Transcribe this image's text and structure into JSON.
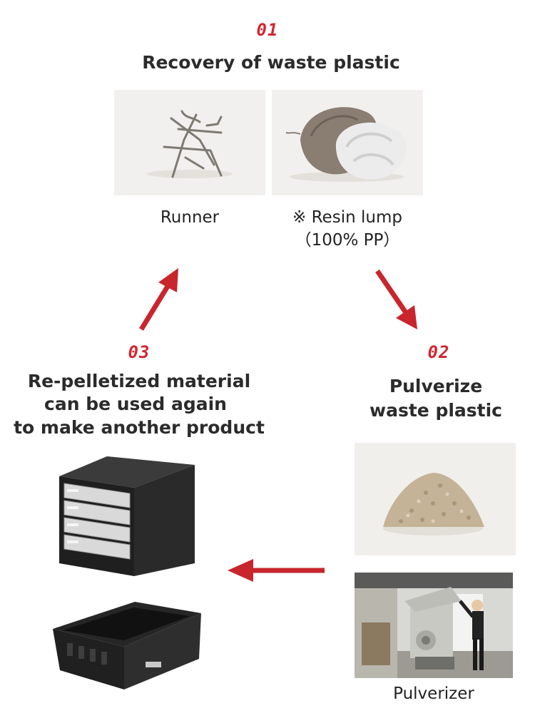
{
  "step1": {
    "number": "01",
    "title": "Recovery of waste plastic",
    "runner_caption": "Runner",
    "resin_caption_line1": "※ Resin lump",
    "resin_caption_line2": "（100% PP）"
  },
  "step2": {
    "number": "02",
    "title_line1": "Pulverize",
    "title_line2": "waste plastic",
    "pulverizer_caption": "Pulverizer"
  },
  "step3": {
    "number": "03",
    "title_line1": "Re-pelletized material",
    "title_line2": "can be used again",
    "title_line3": "to make another product"
  },
  "colors": {
    "accent": "#d22630",
    "text": "#2b2b2b"
  }
}
